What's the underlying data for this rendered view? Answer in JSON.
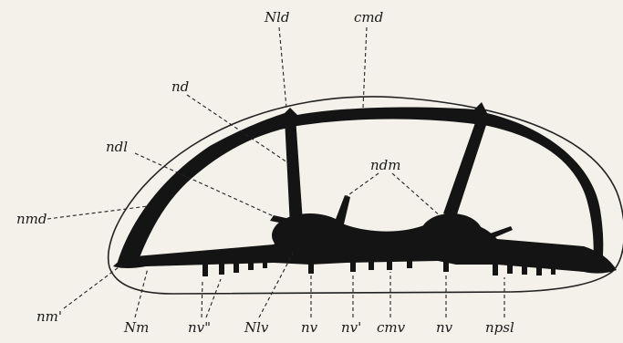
{
  "figure": {
    "labels": {
      "Nld": "Nld",
      "cmd": "cmd",
      "nd": "nd",
      "ndl": "ndl",
      "ndm": "ndm",
      "nmd": "nmd",
      "nm_prime": "nm'",
      "Nm": "Nm",
      "nv_double_prime": "nv\"",
      "Nlv": "Nlv",
      "nv_left": "nv",
      "nv_prime": "nv'",
      "cmv": "cmv",
      "nv_right": "nv",
      "npsl": "npsl"
    }
  }
}
